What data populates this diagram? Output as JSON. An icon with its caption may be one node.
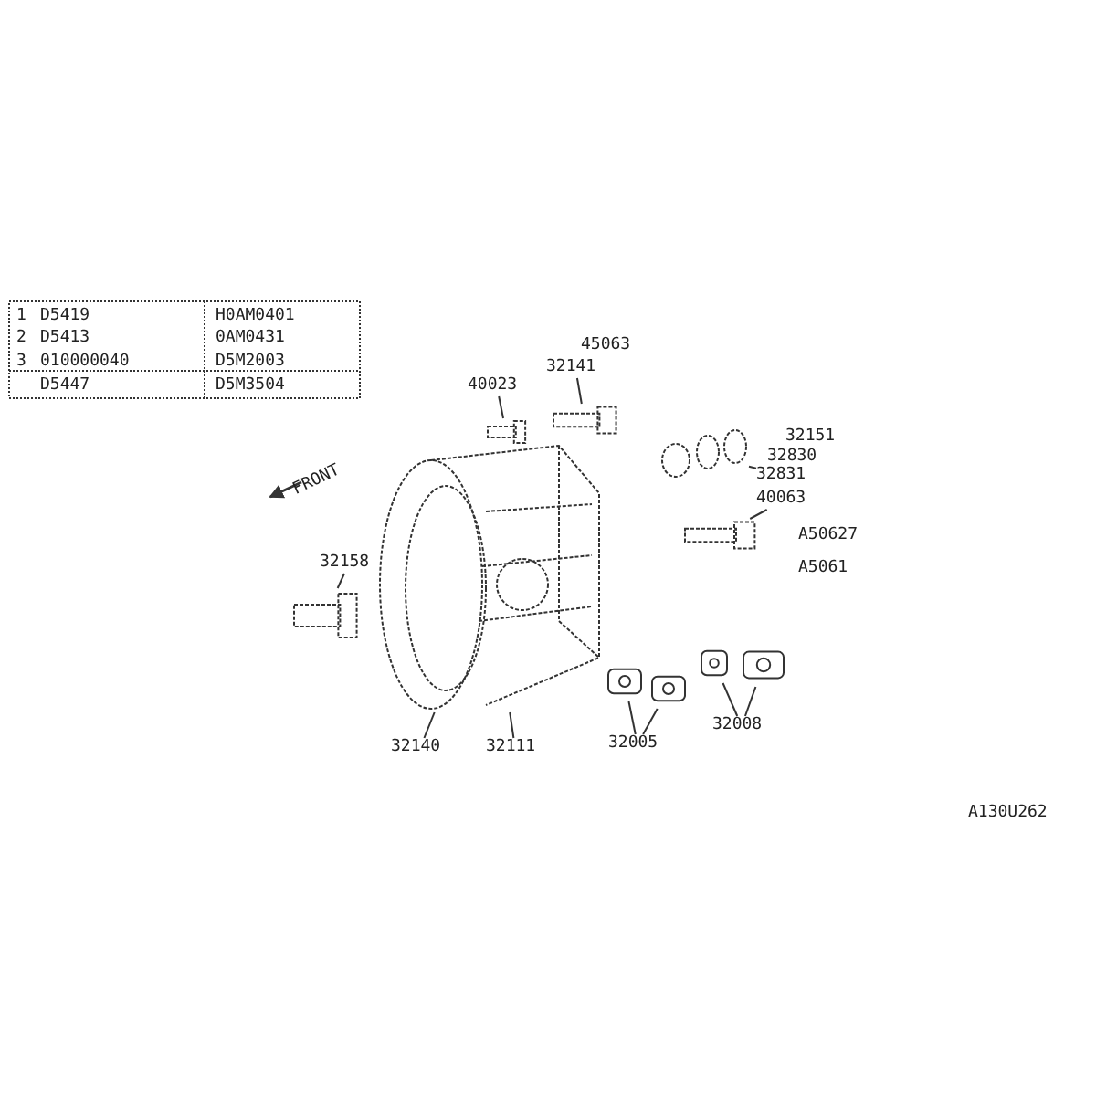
{
  "diagram": {
    "nodes": [
      {
        "text": [
          "40023"
        ]
      },
      {
        "text": [],
        "shape": "picture"
      },
      {
        "text": [
          "32141"
        ]
      },
      {
        "text": [],
        "shape": "picture"
      },
      {
        "text": [
          "32831"
        ]
      },
      {
        "text": [],
        "shape": "picture"
      },
      {
        "text": [
          "40063"
        ]
      },
      {
        "text": [],
        "shape": "picture"
      },
      {
        "text": [
          "32158"
        ]
      },
      {
        "text": [],
        "shape": "picture"
      },
      {
        "text": [
          "32140"
        ]
      },
      {
        "text": [],
        "shape": "picture"
      },
      {
        "text": [
          "32111"
        ]
      },
      {
        "text": [
          "32005"
        ]
      },
      {
        "text": [],
        "shape": "picture"
      },
      {
        "text": [],
        "shape": "picture"
      },
      {
        "text": [
          "32008"
        ]
      },
      {
        "text": [],
        "shape": "picture"
      },
      {
        "text": [],
        "shape": "picture"
      }
    ],
    "edges": [
      {
        "from": 0,
        "to": 1,
        "arrow": "none"
      },
      {
        "from": 2,
        "to": 3,
        "arrow": "none"
      },
      {
        "from": 4,
        "to": 5,
        "arrow": "none"
      },
      {
        "from": 6,
        "to": 7,
        "arrow": "none"
      },
      {
        "from": 8,
        "to": 9,
        "arrow": "none"
      },
      {
        "from": 10,
        "to": 11,
        "arrow": "none"
      },
      {
        "from": 12,
        "to": 11,
        "arrow": "none"
      },
      {
        "from": 13,
        "to": 14,
        "arrow": "none"
      },
      {
        "from": 13,
        "to": 15,
        "arrow": "none"
      },
      {
        "from": 16,
        "to": 17,
        "arrow": "none"
      },
      {
        "from": 16,
        "to": 18,
        "arrow": "none"
      }
    ],
    "labels": [
      "1",
      "D5419",
      "H0AM0401",
      "2",
      "D5413",
      "0AM0431",
      "3",
      "010000040",
      "D5M2003",
      "D5447",
      "D5M3504",
      "45063",
      "32151",
      "32830",
      "A50627",
      "A5061",
      "FRONT",
      "A130U262"
    ]
  }
}
